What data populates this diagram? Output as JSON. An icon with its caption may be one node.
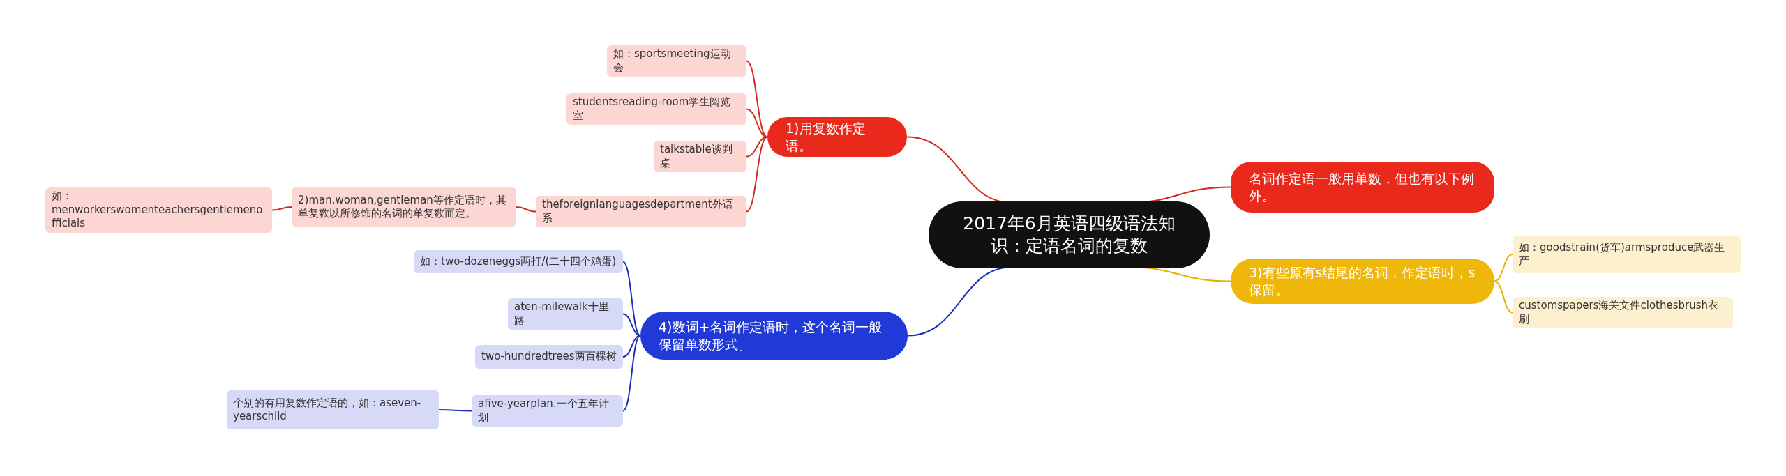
{
  "diagram": {
    "nodes": [
      {
        "text": [
          "2017年6月英语四级语法知识：定语名词的复数"
        ]
      },
      {
        "text": [
          "1)用复数作定语。"
        ]
      },
      {
        "text": [
          "如：sportsmeeting运动会"
        ]
      },
      {
        "text": [
          "studentsreading-room学生阅览室"
        ]
      },
      {
        "text": [
          "talkstable谈判桌"
        ]
      },
      {
        "text": [
          "theforeignlanguagesdepartment外语系"
        ]
      },
      {
        "text": [
          "2)man,woman,gentleman等作定语时，其单复数以所修饰的名词的单复数而定。"
        ]
      },
      {
        "text": [
          "如：menworkerswomenteachersgentlemenofficials"
        ]
      },
      {
        "text": [
          "4)数词+名词作定语时，这个名词一般保留单数形式。"
        ]
      },
      {
        "text": [
          "如：two-dozeneggs两打/(二十四个鸡蛋)"
        ]
      },
      {
        "text": [
          "aten-milewalk十里路"
        ]
      },
      {
        "text": [
          "two-hundredtrees两百棵树"
        ]
      },
      {
        "text": [
          "afive-yearplan.一个五年计划"
        ]
      },
      {
        "text": [
          "个别的有用复数作定语的，如：aseven-yearschild"
        ]
      },
      {
        "text": [
          "名词作定语一般用单数，但也有以下例外。"
        ]
      },
      {
        "text": [
          "3)有些原有s结尾的名词，作定语时，s保留。"
        ]
      },
      {
        "text": [
          "如：goodstrain(货车)armsproduce武器生产"
        ]
      },
      {
        "text": [
          "customspapers海关文件clothesbrush衣刷"
        ]
      }
    ],
    "edges": [
      {
        "from": 0,
        "to": 1,
        "arrow": "none"
      },
      {
        "from": 1,
        "to": 2,
        "arrow": "none"
      },
      {
        "from": 1,
        "to": 3,
        "arrow": "none"
      },
      {
        "from": 1,
        "to": 4,
        "arrow": "none"
      },
      {
        "from": 1,
        "to": 5,
        "arrow": "none"
      },
      {
        "from": 5,
        "to": 6,
        "arrow": "none"
      },
      {
        "from": 6,
        "to": 7,
        "arrow": "none"
      },
      {
        "from": 0,
        "to": 8,
        "arrow": "none",
        "color": "#1a2fb5"
      },
      {
        "from": 8,
        "to": 9,
        "arrow": "none",
        "color": "#1a2fb5"
      },
      {
        "from": 8,
        "to": 10,
        "arrow": "none",
        "color": "#1a2fb5"
      },
      {
        "from": 8,
        "to": 11,
        "arrow": "none",
        "color": "#1a2fb5"
      },
      {
        "from": 8,
        "to": 12,
        "arrow": "none",
        "color": "#1a2fb5"
      },
      {
        "from": 12,
        "to": 13,
        "arrow": "none",
        "color": "#1a2fb5"
      },
      {
        "from": 0,
        "to": 14,
        "arrow": "none"
      },
      {
        "from": 0,
        "to": 15,
        "arrow": "none",
        "color": "#e6b000"
      },
      {
        "from": 15,
        "to": 16,
        "arrow": "none",
        "color": "#e6b000"
      },
      {
        "from": 15,
        "to": 17,
        "arrow": "none",
        "color": "#e6b000"
      }
    ]
  }
}
